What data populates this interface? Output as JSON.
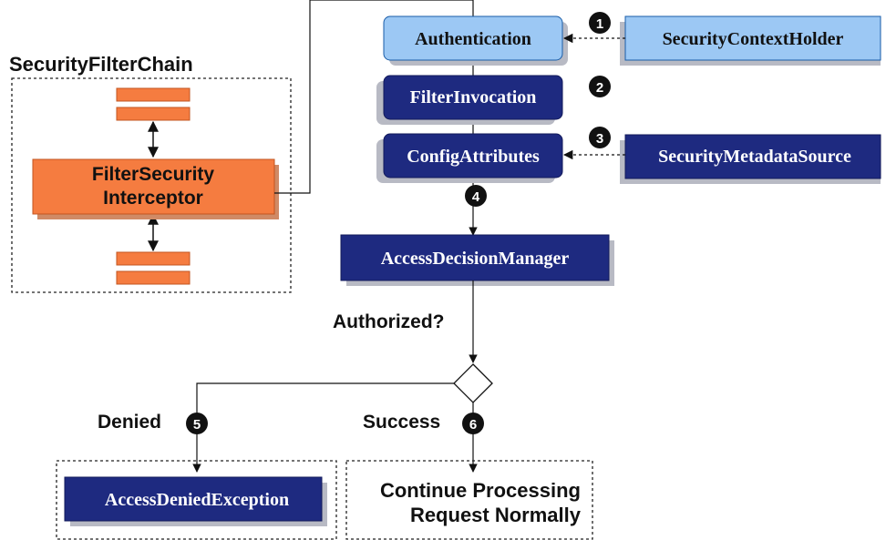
{
  "colors": {
    "light_blue": "#9cc8f4",
    "light_blue_border": "#1a5da8",
    "dark_blue": "#1e2a80",
    "orange": "#f57c40",
    "orange_border": "#c25520",
    "shadow": "#b8bac4",
    "marker": "#111111"
  },
  "chain": {
    "title": "SecurityFilterChain",
    "interceptor_line1": "FilterSecurity",
    "interceptor_line2": "Interceptor"
  },
  "boxes": {
    "authentication": "Authentication",
    "filter_invocation": "FilterInvocation",
    "config_attributes": "ConfigAttributes",
    "security_context_holder": "SecurityContextHolder",
    "security_metadata_source": "SecurityMetadataSource",
    "access_decision_manager": "AccessDecisionManager",
    "access_denied_exception": "AccessDeniedException"
  },
  "labels": {
    "authorized": "Authorized?",
    "denied": "Denied",
    "success": "Success",
    "continue_line1": "Continue Processing",
    "continue_line2": "Request Normally"
  },
  "steps": [
    "1",
    "2",
    "3",
    "4",
    "5",
    "6"
  ]
}
